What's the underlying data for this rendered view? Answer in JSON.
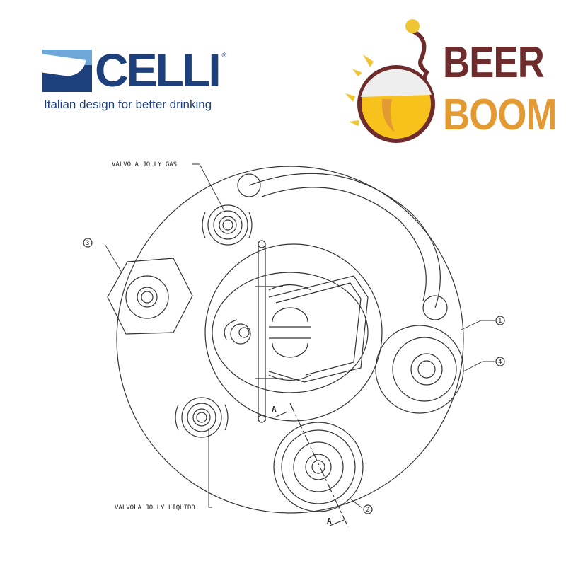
{
  "logos": {
    "celli": {
      "name": "CELLI",
      "registered": "®",
      "tagline": "Italian design for better drinking",
      "color": "#1d3f7c"
    },
    "beerboom": {
      "line1": "BEER",
      "line2": "BOOM",
      "color1": "#6f2c2c",
      "color2": "#e39a33"
    }
  },
  "diagram": {
    "labels": {
      "gas_valve": "VALVOLA JOLLY GAS",
      "liquid_valve": "VALVOLA JOLLY LIQUIDO"
    },
    "callouts": [
      "1",
      "2",
      "3",
      "4"
    ],
    "section_marks": [
      "A",
      "A"
    ]
  }
}
